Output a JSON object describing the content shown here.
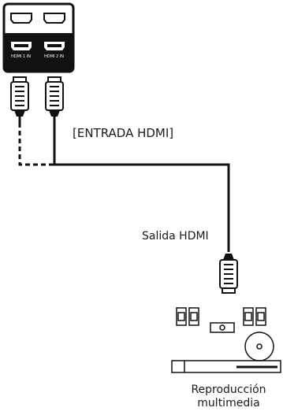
{
  "panel": {
    "port1_label": "HDMI 1 IN",
    "port2_label": "HDMI 2 IN"
  },
  "labels": {
    "input": "[ENTRADA HDMI]",
    "output": "Salida HDMI",
    "device_line1": "Reproducción",
    "device_line2": "multimedia"
  },
  "icons": {
    "panel": "hdmi-panel-icon",
    "plug": "hdmi-plug-icon",
    "device": "media-player-icon"
  },
  "colors": {
    "panel": "#111111",
    "line": "#1a1a1a",
    "background": "#ffffff"
  }
}
